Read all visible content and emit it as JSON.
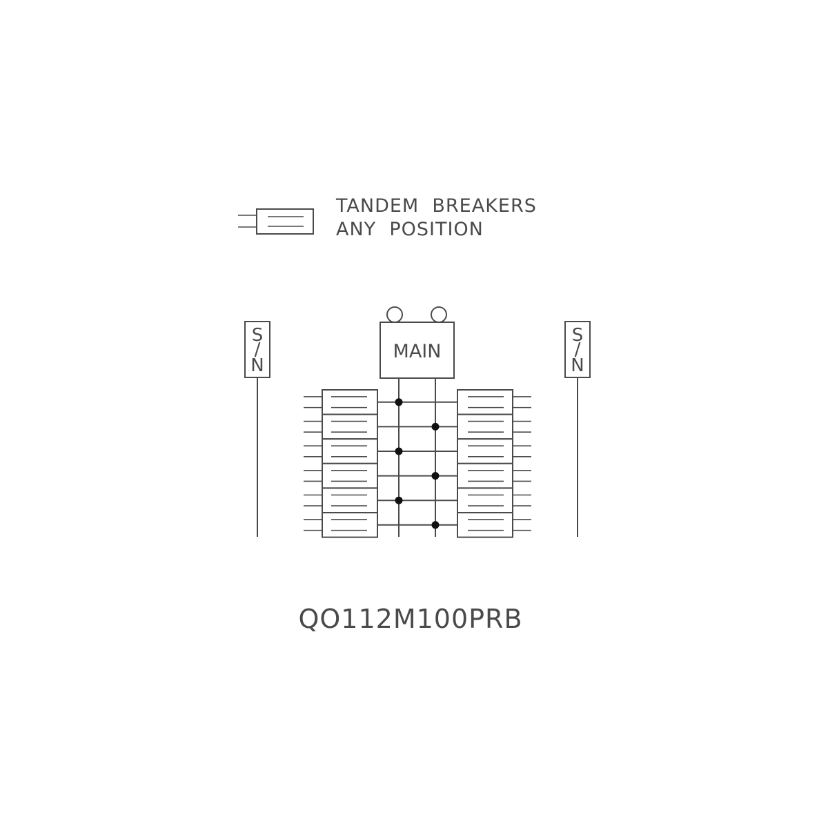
{
  "legend": {
    "line1": "TANDEM  BREAKERS",
    "line2": "ANY  POSITION",
    "icon": "tandem-breaker-symbol"
  },
  "main_breaker": {
    "label": "MAIN",
    "terminals": 2
  },
  "solid_neutral": {
    "left": {
      "top": "S",
      "mid": "/",
      "bottom": "N"
    },
    "right": {
      "top": "S",
      "mid": "/",
      "bottom": "N"
    }
  },
  "breaker_columns": {
    "slots_per_side": 6,
    "leads_per_slot": 2
  },
  "model": "QO112M100PRB",
  "colors": {
    "line": "#4a4a4a",
    "dot": "#111111",
    "background": "#ffffff"
  }
}
